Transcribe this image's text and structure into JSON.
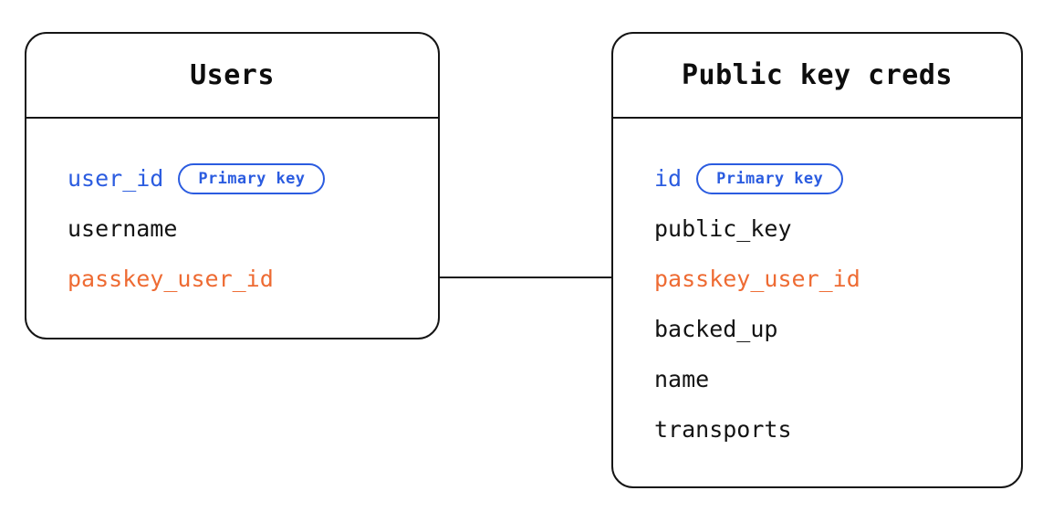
{
  "diagram": {
    "type": "entity-relationship-diagram",
    "background_color": "#ffffff",
    "colors": {
      "border": "#151515",
      "text": "#131313",
      "primary_key": "#2b5ce0",
      "foreign_key": "#ee6b33"
    },
    "entities": [
      {
        "id": "users",
        "title": "Users",
        "fields": [
          {
            "name": "user_id",
            "role": "pk",
            "badge": "Primary key"
          },
          {
            "name": "username",
            "role": "plain",
            "badge": null
          },
          {
            "name": "passkey_user_id",
            "role": "fk",
            "badge": null
          }
        ]
      },
      {
        "id": "public-key-creds",
        "title": "Public key creds",
        "fields": [
          {
            "name": "id",
            "role": "pk",
            "badge": "Primary key"
          },
          {
            "name": "public_key",
            "role": "plain",
            "badge": null
          },
          {
            "name": "passkey_user_id",
            "role": "fk",
            "badge": null
          },
          {
            "name": "backed_up",
            "role": "plain",
            "badge": null
          },
          {
            "name": "name",
            "role": "plain",
            "badge": null
          },
          {
            "name": "transports",
            "role": "plain",
            "badge": null
          }
        ]
      }
    ],
    "relationships": [
      {
        "id": "users-to-public-key-creds",
        "from_entity": "users",
        "from_field": "passkey_user_id",
        "to_entity": "public-key-creds",
        "to_field": "passkey_user_id"
      }
    ]
  }
}
